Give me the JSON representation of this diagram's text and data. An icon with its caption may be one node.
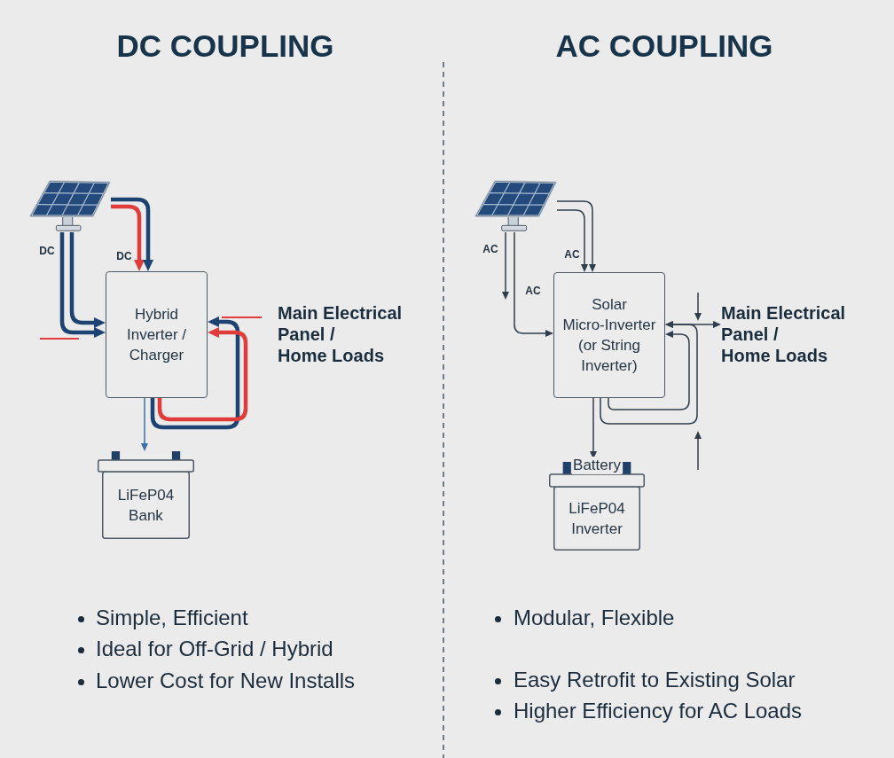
{
  "diagram": {
    "nodes": [
      {
        "text": [],
        "shape": "picture"
      },
      {
        "text": [
          "Hybrid Inverter / Charger"
        ]
      },
      {
        "text": [
          "LiFeP04 Bank"
        ]
      },
      {
        "text": [],
        "shape": "picture"
      },
      {
        "text": [
          "Solar Micro-Inverter (or String Inverter)"
        ]
      },
      {
        "text": [
          "Main Electrical Panel / Home Loads"
        ]
      },
      {
        "text": [
          "Battery",
          "LiFeP04 Inverter"
        ]
      }
    ],
    "edges": [
      {
        "from": 0,
        "to": 1,
        "arrow": "to",
        "label": "DC",
        "style": "thick",
        "color": "#1d4373"
      },
      {
        "from": 0,
        "to": 1,
        "arrow": "to",
        "style": "thick",
        "color": "#1d4373"
      },
      {
        "from": 0,
        "to": 1,
        "arrow": "to",
        "label": "DC",
        "style": "thick",
        "color": "#e03c3c"
      },
      {
        "from": 0,
        "to": 1,
        "arrow": "to",
        "style": "thick",
        "color": "#1d4373"
      },
      {
        "from": 1,
        "to": 1,
        "arrow": "to",
        "style": "thick",
        "color": "#1d4373"
      },
      {
        "from": 1,
        "to": 1,
        "arrow": "to",
        "style": "thick",
        "color": "#e03c3c"
      },
      {
        "from": 1,
        "to": 2,
        "arrow": "to",
        "color": "#3a6fa8"
      },
      {
        "from": 3,
        "to": null,
        "arrow": "to",
        "label": "AC"
      },
      {
        "from": 3,
        "to": 4,
        "arrow": "to",
        "label": "AC"
      },
      {
        "from": 3,
        "to": 4,
        "arrow": "to"
      },
      {
        "from": 3,
        "to": 4,
        "arrow": "to",
        "label": "AC"
      },
      {
        "from": 4,
        "to": 5,
        "arrow": "both"
      },
      {
        "from": 4,
        "to": 4,
        "arrow": "to"
      },
      {
        "from": 4,
        "to": 4,
        "arrow": "to"
      },
      {
        "from": 4,
        "to": 6,
        "arrow": "to"
      }
    ],
    "labels": [
      "DC COUPLING",
      "AC COUPLING",
      "Main Electrical Panel / Home Loads",
      "Simple, Efficient",
      "Ideal for Off-Grid / Hybrid",
      "Lower Cost for New Installs",
      "Modular, Flexible",
      "Easy Retrofit to Existing Solar",
      "Higher Efficiency for AC Loads"
    ]
  }
}
